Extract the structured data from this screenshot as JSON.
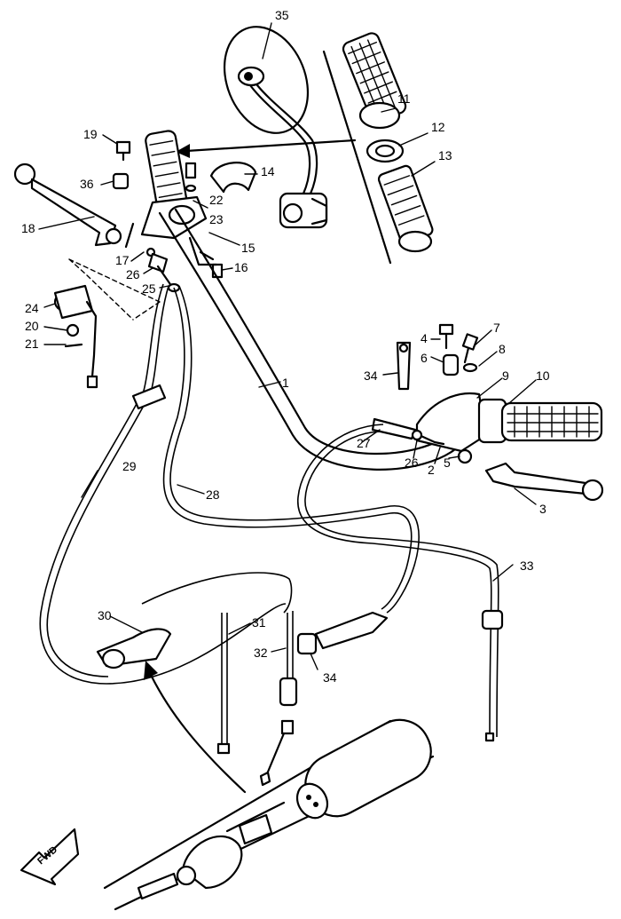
{
  "labels": {
    "l1": "1",
    "l2": "2",
    "l3": "3",
    "l4": "4",
    "l5": "5",
    "l6": "6",
    "l7": "7",
    "l8": "8",
    "l9": "9",
    "l10": "10",
    "l11": "11",
    "l12": "12",
    "l13": "13",
    "l14": "14",
    "l15": "15",
    "l16": "16",
    "l17": "17",
    "l18": "18",
    "l19": "19",
    "l20": "20",
    "l21": "21",
    "l22": "22",
    "l23": "23",
    "l24": "24",
    "l25": "25",
    "l26a": "26",
    "l26b": "26",
    "l27": "27",
    "l28": "28",
    "l29": "29",
    "l30": "30",
    "l31": "31",
    "l32": "32",
    "l33": "33",
    "l34a": "34",
    "l34b": "34",
    "l35": "35",
    "l36": "36"
  },
  "fwd_mark": "FWD"
}
